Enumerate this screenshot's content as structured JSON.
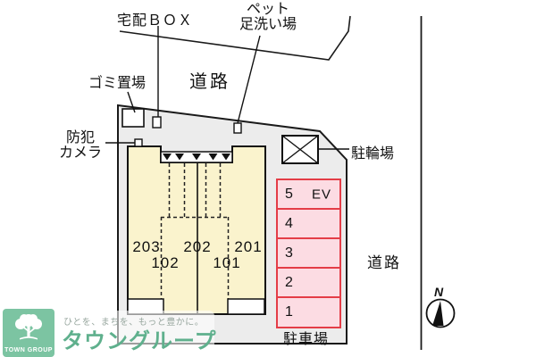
{
  "labels": {
    "takuhai_box": "宅配ＢＯＸ",
    "pet_line1": "ペット",
    "pet_line2": "足洗い場",
    "gomi": "ゴミ置場",
    "road_top": "道路",
    "bohan_line1": "防犯",
    "bohan_line2": "カメラ",
    "churinjo": "駐輪場",
    "road_right": "道路",
    "chushajo": "駐車場",
    "north": "N"
  },
  "building": {
    "units_upper": [
      "203",
      "202",
      "201"
    ],
    "units_lower": [
      "102",
      "101"
    ]
  },
  "parking": {
    "stalls": [
      {
        "num": "5",
        "tag": "EV"
      },
      {
        "num": "4"
      },
      {
        "num": "3"
      },
      {
        "num": "2"
      },
      {
        "num": "1"
      }
    ]
  },
  "branding": {
    "tagline": "ひとを、まちを、もっと豊かに。",
    "company": "タウングループ",
    "logo_text": "TOWN GROUP"
  },
  "colors": {
    "plot_gray": "#ececec",
    "building_cream": "#faf3cd",
    "parking_fill": "#fcdce3",
    "parking_border": "#e43d47",
    "brand_green": "#7cc4a2",
    "brand_text_green": "#5fb08d",
    "line_black": "#1a1a1a"
  }
}
